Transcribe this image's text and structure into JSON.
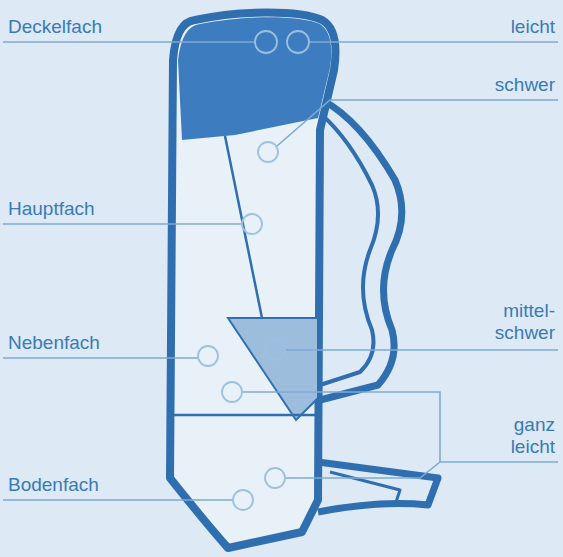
{
  "diagram": {
    "labels": [
      "Deckelfach",
      "leicht",
      "schwer",
      "Hauptfach",
      "mittel- schwer",
      "Nebenfach",
      "ganz leicht",
      "Bodenfach"
    ]
  }
}
